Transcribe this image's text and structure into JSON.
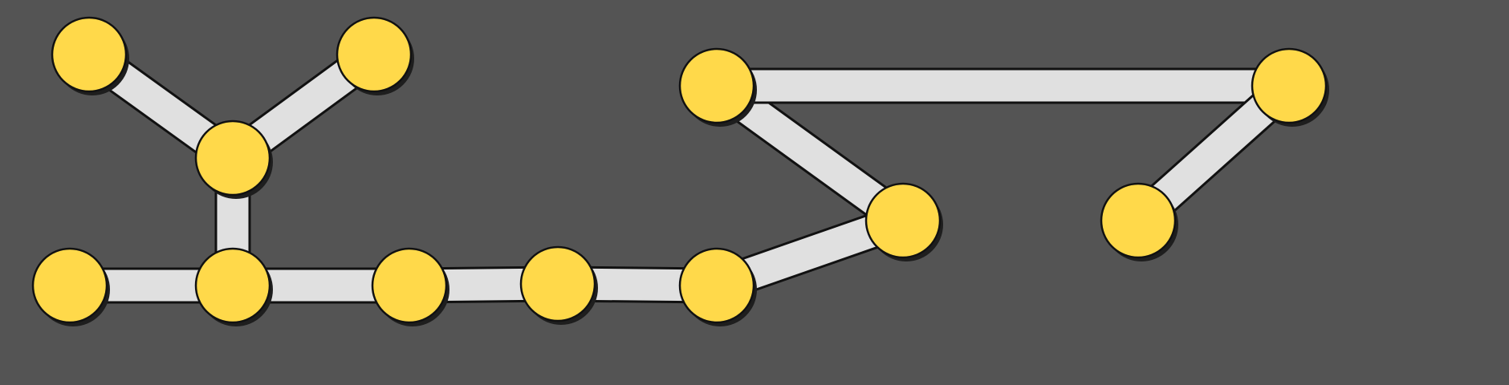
{
  "colors": {
    "background": "#545454",
    "edge_fill": "#e0e0e0",
    "edge_outline": "#111111",
    "node_fill": "#ffd94a",
    "node_outline": "#111111",
    "shadow": "#1e1e1e"
  },
  "graph": {
    "nodes": [
      {
        "id": "n1"
      },
      {
        "id": "n2"
      },
      {
        "id": "n3"
      },
      {
        "id": "n4"
      },
      {
        "id": "n5"
      },
      {
        "id": "n6"
      },
      {
        "id": "n7"
      },
      {
        "id": "n8"
      },
      {
        "id": "n9"
      },
      {
        "id": "n10"
      },
      {
        "id": "n11"
      },
      {
        "id": "n12"
      },
      {
        "id": "n13"
      }
    ],
    "edges": [
      [
        "n1",
        "n3"
      ],
      [
        "n2",
        "n3"
      ],
      [
        "n3",
        "n5"
      ],
      [
        "n4",
        "n5"
      ],
      [
        "n5",
        "n6"
      ],
      [
        "n6",
        "n7"
      ],
      [
        "n7",
        "n8"
      ],
      [
        "n8",
        "n11"
      ],
      [
        "n9",
        "n11"
      ],
      [
        "n9",
        "n10"
      ],
      [
        "n10",
        "n12"
      ]
    ]
  }
}
